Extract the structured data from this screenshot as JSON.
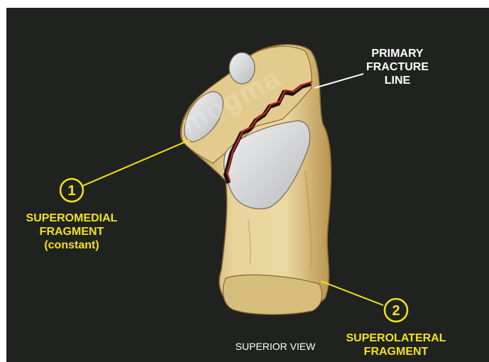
{
  "labels": {
    "primary_fracture_line": [
      "PRIMARY",
      "FRACTURE",
      "LINE"
    ],
    "superomedial_fragment": [
      "SUPEROMEDIAL",
      "FRAGMENT",
      "(constant)"
    ],
    "superolateral_fragment": [
      "SUPEROLATERAL",
      "FRAGMENT"
    ],
    "view": "SUPERIOR VIEW"
  },
  "callouts": {
    "marker_1": "1",
    "marker_2": "2"
  },
  "watermark": "mogma",
  "colors": {
    "background": "#202220",
    "bone": "#e6cf95",
    "bone_shadow": "#c9a964",
    "articular": "#d9dbdc",
    "fracture": "#d6261e",
    "callout": "#f2e21a",
    "text_white": "#ffffff"
  }
}
